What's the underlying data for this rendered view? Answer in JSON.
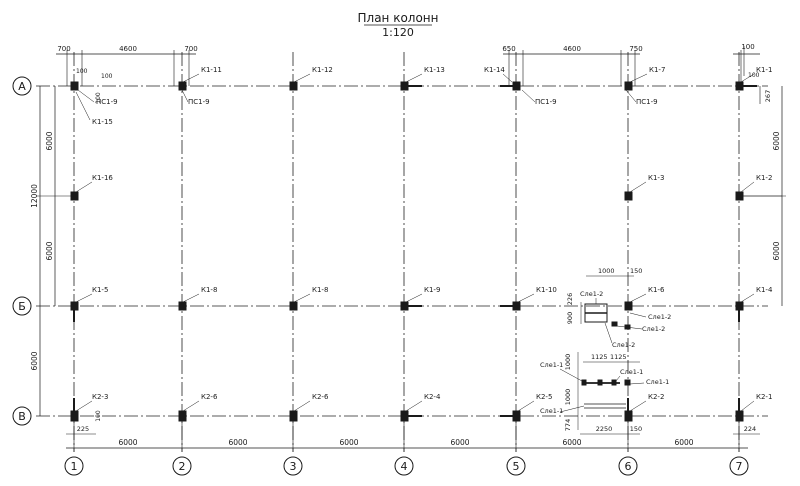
{
  "title": "План колонн",
  "scale": "1:120",
  "axes": {
    "letters": [
      "А",
      "Б",
      "В"
    ],
    "numbers": [
      "1",
      "2",
      "3",
      "4",
      "5",
      "6",
      "7"
    ]
  },
  "dims": {
    "top": [
      "700",
      "4600",
      "700",
      "650",
      "4600",
      "750",
      "100"
    ],
    "bottom": [
      "6000",
      "6000",
      "6000",
      "6000",
      "6000",
      "6000"
    ],
    "bottom_small": [
      "225",
      "2250",
      "150",
      "224"
    ],
    "left_outer": "12000",
    "left_inner": [
      "6000",
      "6000"
    ],
    "left_lower": "6000",
    "right": [
      "6000",
      "6000",
      "267",
      "100"
    ],
    "small": [
      "100",
      "100",
      "100",
      "100",
      "1000",
      "150",
      "226",
      "900",
      "1000",
      "1125",
      "1125",
      "1000",
      "774",
      "100"
    ]
  },
  "labels": {
    "row_a": [
      "К1-11",
      "К1-12",
      "К1-13",
      "К1-14",
      "К1-7",
      "К1-1",
      "К1-15"
    ],
    "pc": [
      "ПС1-9",
      "ПС1-9",
      "ПС1-9",
      "ПС1-9"
    ],
    "mid": [
      "К1-16",
      "К1-3",
      "К1-2"
    ],
    "row_b": [
      "К1-5",
      "К1-8",
      "К1-8",
      "К1-9",
      "К1-10",
      "К1-6",
      "К1-4"
    ],
    "row_v": [
      "К2-3",
      "К2-6",
      "К2-6",
      "К2-4",
      "К2-5",
      "К2-2",
      "К2-1"
    ],
    "sle": [
      "Сле1-2",
      "Сле1-2",
      "Сле1-2",
      "Сле1-2",
      "Сле1-1",
      "Сле1-1",
      "Сле1-1",
      "Сле1-1"
    ]
  }
}
